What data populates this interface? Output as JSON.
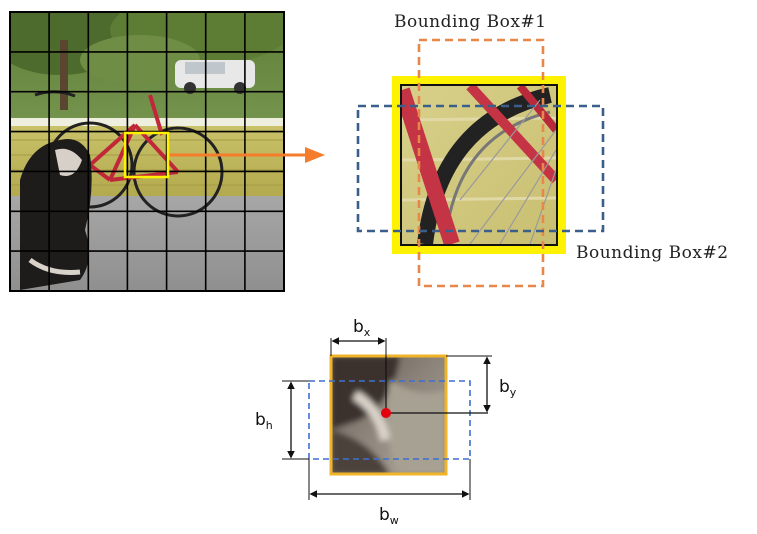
{
  "labels": {
    "box1": "Bounding Box#1",
    "box2": "Bounding Box#2",
    "bx": {
      "base": "b",
      "sub": "x"
    },
    "by": {
      "base": "b",
      "sub": "y"
    },
    "bh": {
      "base": "b",
      "sub": "h"
    },
    "bw": {
      "base": "b",
      "sub": "w"
    }
  },
  "grid": {
    "rows": 7,
    "cols": 7
  },
  "colors": {
    "highlight": "#fff200",
    "box1": "#e8874a",
    "box2": "#3a5f8a",
    "arrow": "#f57c2a",
    "anchor": "#f0b429",
    "center": "#e3000f",
    "dashed_small": "#3f6fcf"
  }
}
